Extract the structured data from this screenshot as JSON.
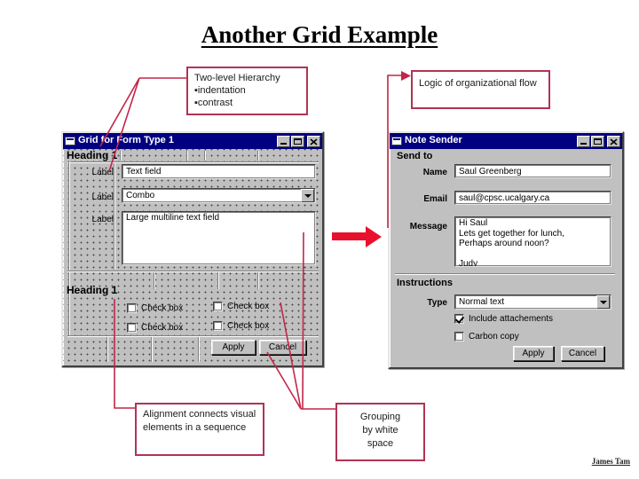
{
  "slide": {
    "title": "Another Grid Example",
    "credit": "James Tam"
  },
  "callouts": {
    "hierarchy": {
      "line1": "Two-level Hierarchy",
      "bullet1": "▪indentation",
      "bullet2": "▪contrast"
    },
    "logic": {
      "text": "Logic of organizational flow"
    },
    "alignment": {
      "text": "Alignment connects visual elements in a sequence"
    },
    "grouping": {
      "text": "Grouping\nby white\nspace"
    }
  },
  "grid_window": {
    "title": "Grid for Form Type 1",
    "heading_top": "Heading 1",
    "heading_bottom": "Heading 1",
    "label1": "Label",
    "label2": "Label",
    "label3": "Label",
    "textfield_value": "Text field",
    "combo_value": "Combo",
    "multiline_value": "Large multiline text field",
    "checkbox_labels": [
      "Check box",
      "Check box",
      "Check box",
      "Check box"
    ],
    "apply": "Apply",
    "cancel": "Cancel"
  },
  "note_window": {
    "title": "Note Sender",
    "section_send": "Send to",
    "name_label": "Name",
    "name_value": "Saul Greenberg",
    "email_label": "Email",
    "email_value": "saul@cpsc.ucalgary.ca",
    "message_label": "Message",
    "message_value": "Hi Saul\nLets get together for lunch,\nPerhaps around noon?\n\nJudy",
    "section_instructions": "Instructions",
    "type_label": "Type",
    "type_value": "Normal text",
    "attach_label": "Include attachements",
    "attach_checked": true,
    "carbon_label": "Carbon copy",
    "carbon_checked": false,
    "apply": "Apply",
    "cancel": "Cancel"
  },
  "colors": {
    "titlebar": "#000080",
    "callout_border": "#b03455",
    "line": "#c32647",
    "arrow": "#e8112d",
    "wingray": "#c0c0c0"
  }
}
